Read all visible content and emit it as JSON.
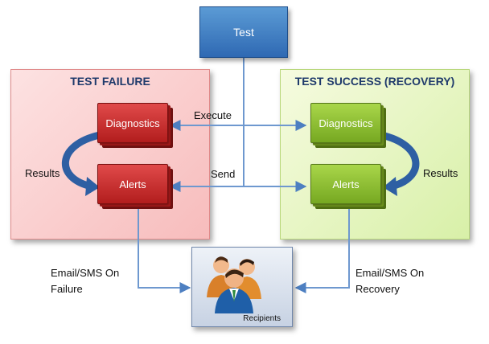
{
  "test": {
    "label": "Test"
  },
  "failure": {
    "title": "TEST FAILURE",
    "diagnostics": "Diagnostics",
    "alerts": "Alerts",
    "results": "Results"
  },
  "success": {
    "title": "TEST SUCCESS (RECOVERY)",
    "diagnostics": "Diagnostics",
    "alerts": "Alerts",
    "results": "Results"
  },
  "connectors": {
    "execute": "Execute",
    "send": "Send",
    "email_failure_line1": "Email/SMS On",
    "email_failure_line2": "Failure",
    "email_recovery_line1": "Email/SMS On",
    "email_recovery_line2": "Recovery"
  },
  "recipients": {
    "label": "Recipients",
    "icon": "people-group-icon"
  },
  "colors": {
    "failure_box": "#c62828",
    "success_box": "#8cc63f",
    "test_box": "#3a7bc8",
    "arrow": "#5b8fd0",
    "curved_arrow": "#2e5fa3"
  }
}
